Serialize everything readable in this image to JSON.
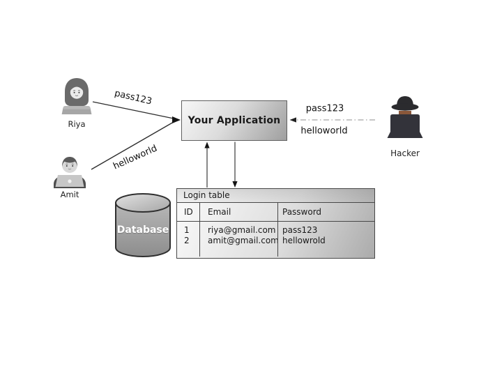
{
  "app": {
    "label": "Your Application"
  },
  "users": {
    "riya": {
      "name": "Riya",
      "arrow_label": "pass123"
    },
    "amit": {
      "name": "Amit",
      "arrow_label": "helloworld"
    },
    "hacker": {
      "name": "Hacker",
      "intercepted": {
        "top": "pass123",
        "bottom": "helloworld"
      }
    }
  },
  "database": {
    "label": "Database"
  },
  "login_table": {
    "title": "Login table",
    "columns": {
      "id": "ID",
      "email": "Email",
      "password": "Password"
    },
    "rows": [
      {
        "id": "1",
        "email": "riya@gmail.com",
        "password": "pass123"
      },
      {
        "id": "2",
        "email": "amit@gmail.com",
        "password": "hellowrold"
      }
    ]
  },
  "colors": {
    "box_border": "#5f5f5f",
    "line": "#2e2e2e",
    "dash_line": "#a3a3a3",
    "hacker_skin": "#8a573a",
    "database_text": "#ffffff"
  }
}
